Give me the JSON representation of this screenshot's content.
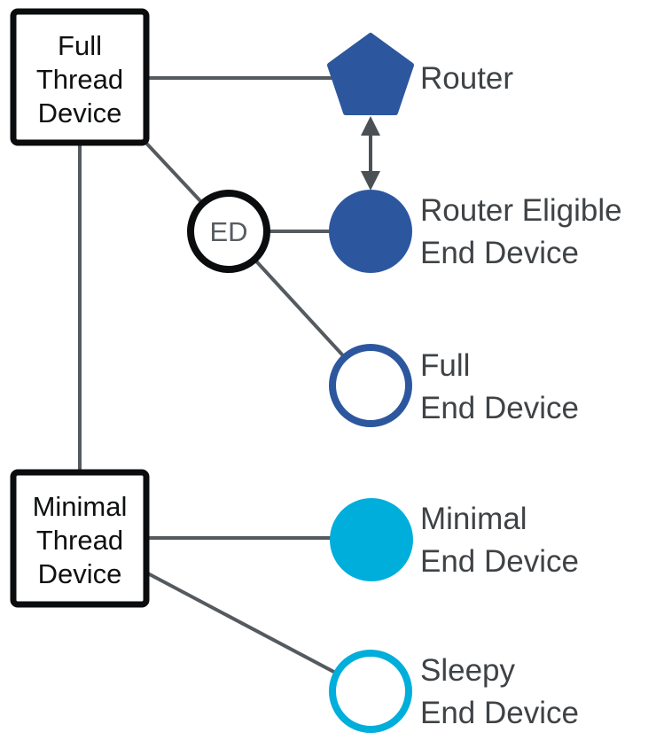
{
  "colors": {
    "router_blue": "#2c579e",
    "minimal_cyan": "#00aedb",
    "connector_gray": "#555a5f",
    "arrow_gray": "#4b5055",
    "box_border_black": "#0b0c0d",
    "box_text": "#0e1011",
    "label_text": "#3f4346",
    "ed_text": "#575c61",
    "background": "#ffffff"
  },
  "boxes": {
    "full_thread_device": {
      "lines": [
        "Full",
        "Thread",
        "Device"
      ]
    },
    "minimal_thread_device": {
      "lines": [
        "Minimal",
        "Thread",
        "Device"
      ]
    }
  },
  "nodes": {
    "ed": {
      "label": "ED"
    },
    "router": {
      "label_lines": [
        "Router"
      ]
    },
    "router_eligible_end_device": {
      "label_lines": [
        "Router Eligible",
        "End Device"
      ]
    },
    "full_end_device": {
      "label_lines": [
        "Full",
        "End Device"
      ]
    },
    "minimal_end_device": {
      "label_lines": [
        "Minimal",
        "End Device"
      ]
    },
    "sleepy_end_device": {
      "label_lines": [
        "Sleepy",
        "End Device"
      ]
    }
  }
}
